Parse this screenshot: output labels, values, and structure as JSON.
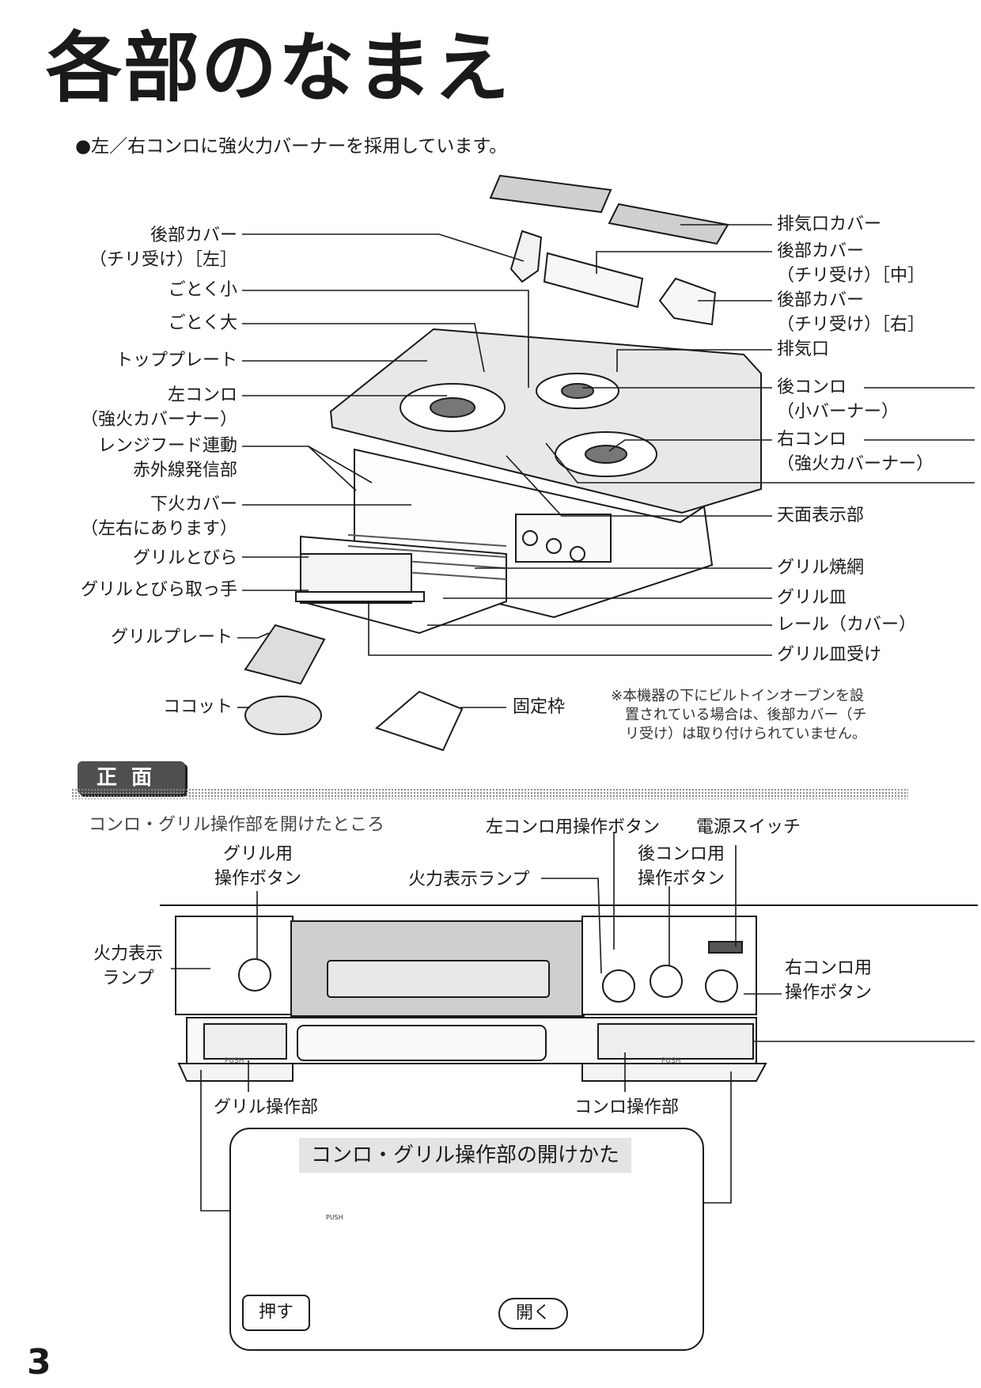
{
  "page": {
    "title": "各部のなまえ",
    "intro": "●左／右コンロに強火力バーナーを採用しています。",
    "page_number": "3"
  },
  "parts": {
    "rear_cover_left": "後部カバー\n（チリ受け）［左］",
    "gotoku_small": "ごとく小",
    "gotoku_large": "ごとく大",
    "top_plate": "トッププレート",
    "left_burner": "左コンロ\n（強火カバーナー）",
    "range_hood_ir": "レンジフード連動\n赤外線発信部",
    "lower_fire_cover": "下火カバー\n（左右にあります）",
    "grill_door": "グリルとびら",
    "grill_door_handle": "グリルとびら取っ手",
    "grill_plate": "グリルプレート",
    "cocotte": "ココット",
    "fixing_frame": "固定枠",
    "exhaust_cover": "排気口カバー",
    "rear_cover_center": "後部カバー\n（チリ受け）［中］",
    "rear_cover_right": "後部カバー\n（チリ受け）［右］",
    "exhaust": "排気口",
    "rear_burner": "後コンロ\n（小バーナー）",
    "right_burner": "右コンロ\n（強火カバーナー）",
    "top_display": "天面表示部",
    "grill_grate": "グリル焼網",
    "grill_pan": "グリル皿",
    "rail_cover": "レール（カバー）",
    "grill_pan_receiver": "グリル皿受け",
    "note": "※本機器の下にビルトインオーブンを設\n　置されている場合は、後部カバー（チ\n　リ受け）は取り付けられていません。"
  },
  "front": {
    "tab_label": "正面",
    "subtitle": "コンロ・グリル操作部を開けたところ",
    "left_burner_button": "左コンロ用操作ボタン",
    "power_switch": "電源スイッチ",
    "grill_button": "グリル用\n操作ボタン",
    "flame_lamp_top": "火力表示ランプ",
    "rear_burner_button": "後コンロ用\n操作ボタン",
    "flame_lamp_left": "火力表示\nランプ",
    "right_burner_button": "右コンロ用\n操作ボタン",
    "grill_panel": "グリル操作部",
    "burner_panel": "コンロ操作部",
    "panel_marks": [
      "PUSH",
      "PUSH"
    ]
  },
  "howto": {
    "title": "コンロ・グリル操作部の開けかた",
    "push_label": "押す",
    "open_label": "開く",
    "push_mark": "PUSH"
  }
}
